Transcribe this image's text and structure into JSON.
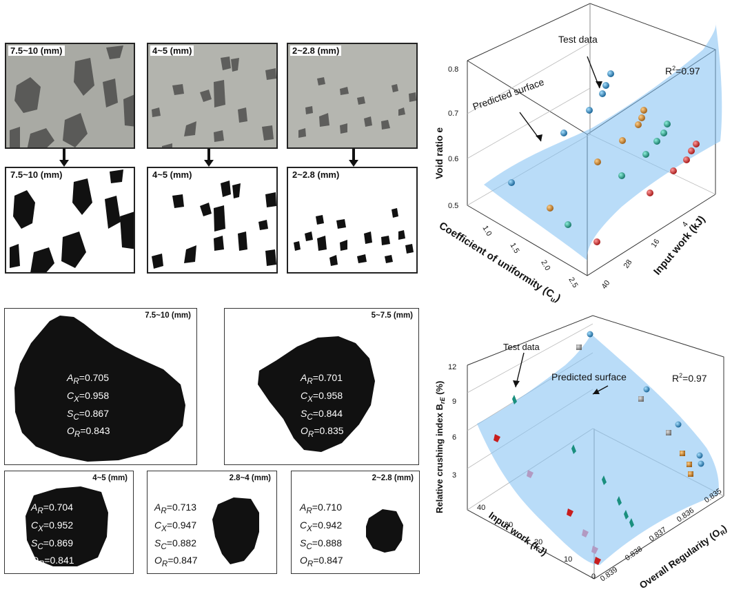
{
  "photo_row": {
    "panels": [
      {
        "label": "7.5~10 (mm)"
      },
      {
        "label": "4~5 (mm)"
      },
      {
        "label": "2~2.8 (mm)"
      }
    ]
  },
  "binary_row": {
    "panels": [
      {
        "label": "7.5~10 (mm)"
      },
      {
        "label": "4~5 (mm)"
      },
      {
        "label": "2~2.8 (mm)"
      }
    ]
  },
  "particles": [
    {
      "title": "7.5~10 (mm)",
      "AR": "=0.705",
      "CX": "=0.958",
      "SC": "=0.867",
      "OR": "=0.843"
    },
    {
      "title": "5~7.5 (mm)",
      "AR": "=0.701",
      "CX": "=0.958",
      "SC": "=0.844",
      "OR": "=0.835"
    },
    {
      "title": "4~5 (mm)",
      "AR": "=0.704",
      "CX": "=0.952",
      "SC": "=0.869",
      "OR": "=0.841"
    },
    {
      "title": "2.8~4 (mm)",
      "AR": "=0.713",
      "CX": "=0.947",
      "SC": "=0.882",
      "OR": "=0.847"
    },
    {
      "title": "2~2.8 (mm)",
      "AR": "=0.710",
      "CX": "=0.942",
      "SC": "=0.888",
      "OR": "=0.847"
    }
  ],
  "metric_symbols": {
    "A": "A",
    "AR_sub": "R",
    "C": "C",
    "CX_sub": "X",
    "S": "S",
    "SC_sub": "C",
    "O": "O",
    "OR_sub": "R"
  },
  "chart_data": [
    {
      "type": "scatter",
      "title": "",
      "zlabel": "Void ratio e",
      "xlabel": "Coefficient of uniformity (Cu)",
      "ylabel": "Input work (kJ)",
      "z_ticks": [
        "0.5",
        "0.6",
        "0.7",
        "0.8"
      ],
      "x_ticks": [
        "1.0",
        "1.5",
        "2.0",
        "2.5"
      ],
      "y_ticks": [
        "4",
        "16",
        "28",
        "40"
      ],
      "annotations": [
        "Test data",
        "Predicted surface",
        "R²=0.97"
      ],
      "r_squared_label": "R",
      "r_squared_value": "=0.97",
      "series_colors": [
        "#1a6fa8",
        "#c87a1e",
        "#1a8f7e",
        "#c81e1e"
      ],
      "surface_color": "#7fbff2"
    },
    {
      "type": "scatter",
      "title": "",
      "zlabel": "Relative crushing index B_rE (%)",
      "xlabel": "Input work (kJ)",
      "ylabel": "Overall Regularity (OR)",
      "z_ticks": [
        "3",
        "6",
        "9",
        "12"
      ],
      "x_ticks": [
        "0",
        "10",
        "20",
        "30",
        "40"
      ],
      "y_ticks": [
        "0.835",
        "0.836",
        "0.837",
        "0.838",
        "0.839"
      ],
      "annotations": [
        "Test data",
        "Predicted surface",
        "R²=0.97"
      ],
      "r_squared_label": "R",
      "r_squared_value": "=0.97",
      "series_colors": [
        "#1a6fa8",
        "#8a8a8a",
        "#c87a1e",
        "#1a8f7e",
        "#c81e1e",
        "#b29ac2"
      ],
      "surface_color": "#7fbff2"
    }
  ],
  "chart1_text": {
    "zlabel": "Void ratio e",
    "xlabel": "Coefficient of uniformity (C",
    "xlabel_sub": "u",
    "xlabel_end": ")",
    "ylabel": "Input work (kJ)",
    "test_data": "Test data",
    "predicted": "Predicted surface",
    "r2_prefix": "R",
    "r2_sup": "2",
    "r2_val": "=0.97"
  },
  "chart2_text": {
    "zlabel": "Relative crushing index B",
    "zlabel_sub": "rE",
    "zlabel_end": " (%)",
    "xlabel": "Input work (kJ)",
    "ylabel": "Overall Regularity (O",
    "ylabel_sub": "R",
    "ylabel_end": ")",
    "test_data": "Test data",
    "predicted": "Predicted surface",
    "r2_prefix": "R",
    "r2_sup": "2",
    "r2_val": "=0.97"
  }
}
